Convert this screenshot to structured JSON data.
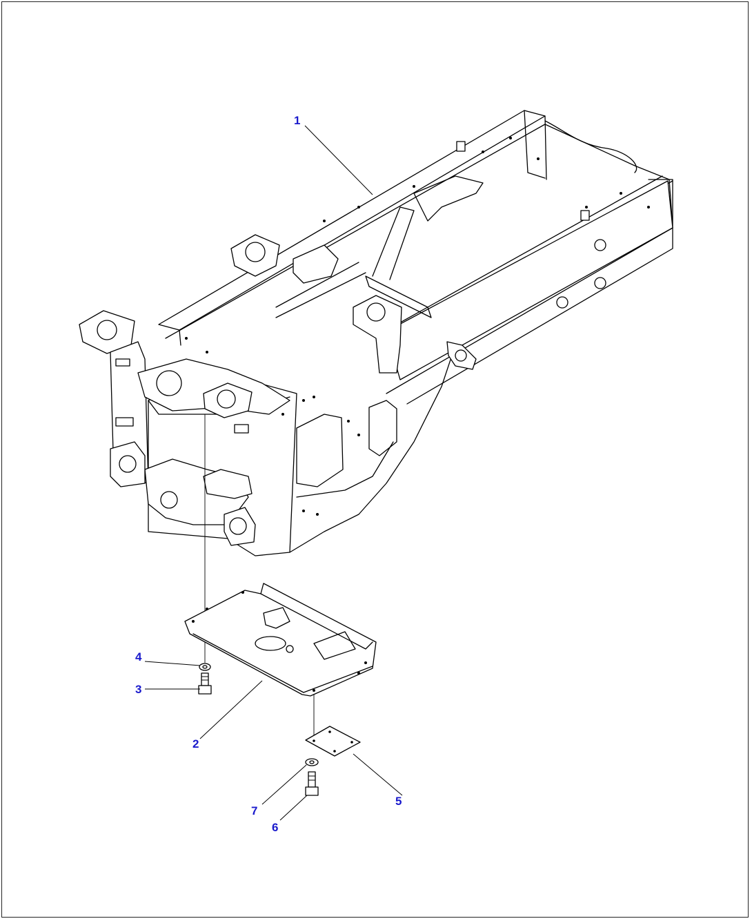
{
  "diagram": {
    "callout_color": "#1a1acc",
    "callouts": [
      {
        "id": "1",
        "label": "1"
      },
      {
        "id": "2",
        "label": "2"
      },
      {
        "id": "3",
        "label": "3"
      },
      {
        "id": "4",
        "label": "4"
      },
      {
        "id": "5",
        "label": "5"
      },
      {
        "id": "6",
        "label": "6"
      },
      {
        "id": "7",
        "label": "7"
      }
    ]
  }
}
